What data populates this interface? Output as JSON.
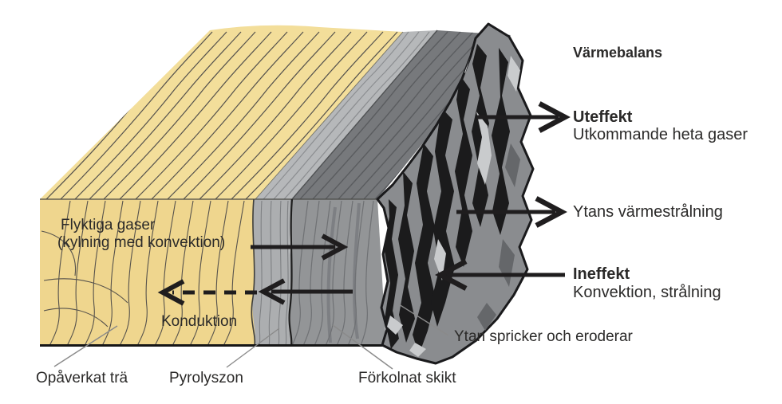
{
  "heading": {
    "title": "Värmebalans"
  },
  "flows": {
    "out_effect": {
      "title": "Uteffekt",
      "desc": "Utkommande heta gaser"
    },
    "surface_radiation": {
      "label": "Ytans värmestrålning"
    },
    "in_effect": {
      "title": "Ineffekt",
      "desc": "Konvektion, strålning"
    }
  },
  "internal": {
    "volatile_line1": "Flyktiga gaser",
    "volatile_line2": "(kylning med konvektion)",
    "conduction": "Konduktion"
  },
  "zones": {
    "unaffected_wood": "Opåverkat trä",
    "pyrolysis_zone": "Pyrolyszon",
    "charred_layer": "Förkolnat skikt",
    "surface_erosion": "Ytan spricker och eroderar"
  },
  "colors": {
    "wood_top": "#F3DE9A",
    "wood_front": "#EFD68E",
    "pyrolysis_top": "#B6B8BA",
    "pyrolysis_front": "#ACAEB0",
    "char_top": "#77797C",
    "char_front": "#939597",
    "char_surface": "#8A8C8F",
    "crack_black": "#1B1B1C",
    "highlight_gray": "#C9CBCD",
    "shadow_gray": "#65676A",
    "arrow_black": "#1F1D1E",
    "leader_gray": "#8A8A8A",
    "text": "#2B2A29"
  }
}
